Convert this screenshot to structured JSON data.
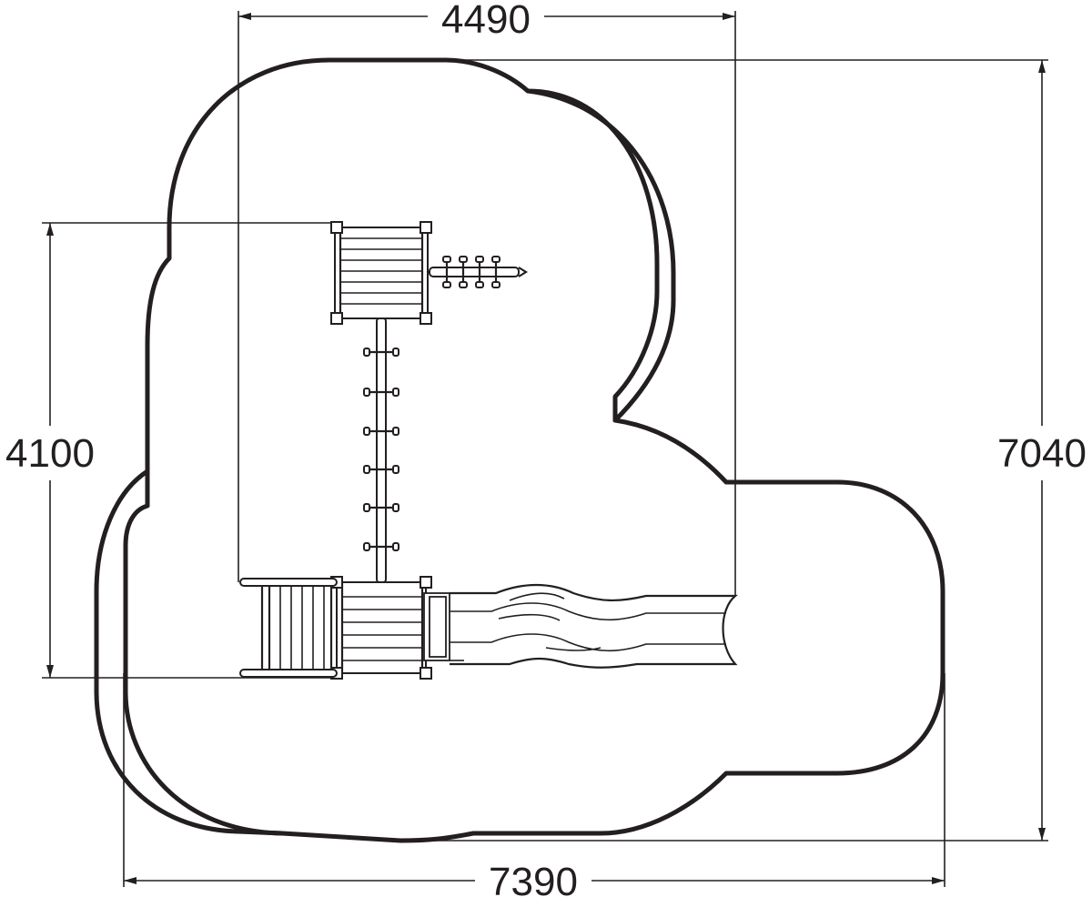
{
  "dimensions": {
    "top_width": "4490",
    "left_height": "4100",
    "right_height": "7040",
    "bottom_width": "7390"
  },
  "colors": {
    "line": "#231f20",
    "background": "#ffffff"
  }
}
